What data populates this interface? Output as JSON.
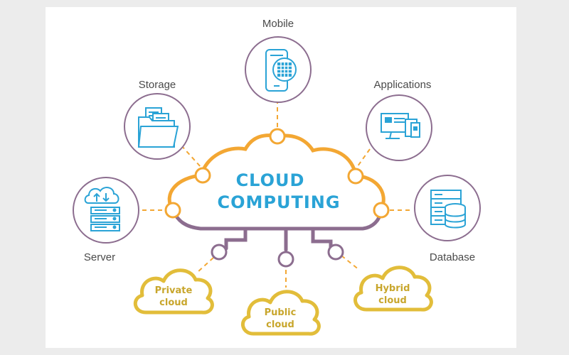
{
  "center": {
    "line1": "CLOUD",
    "line2": "COMPUTING"
  },
  "nodes": {
    "mobile": {
      "label": "Mobile",
      "icon": "smartphone-icon"
    },
    "storage": {
      "label": "Storage",
      "icon": "folder-documents-icon"
    },
    "applications": {
      "label": "Applications",
      "icon": "devices-icon"
    },
    "server": {
      "label": "Server",
      "icon": "server-upload-icon"
    },
    "database": {
      "label": "Database",
      "icon": "database-icon"
    }
  },
  "clouds": {
    "private": {
      "line1": "Private",
      "line2": "cloud"
    },
    "public": {
      "line1": "Public",
      "line2": "cloud"
    },
    "hybrid": {
      "line1": "Hybrid",
      "line2": "cloud"
    }
  },
  "colors": {
    "orange": "#f3a733",
    "purple": "#8c6d8f",
    "blue": "#2aa3d6",
    "gold": "#e2bd3a",
    "background": "#ffffff"
  }
}
